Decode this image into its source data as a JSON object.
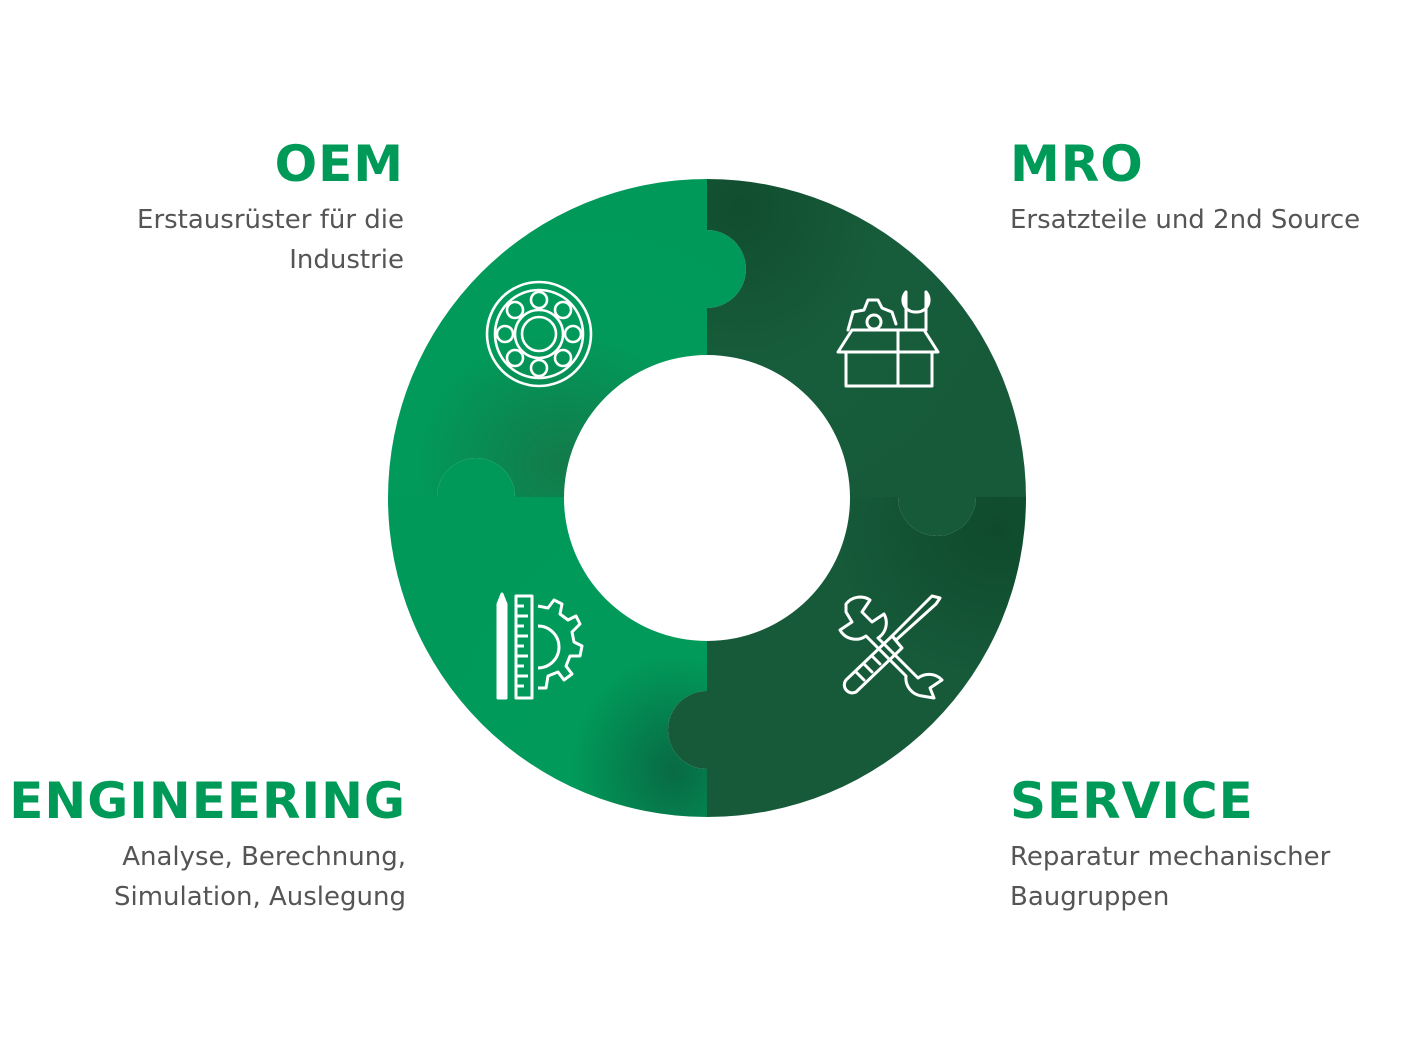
{
  "diagram": {
    "oem": {
      "title": "OEM",
      "description": "Erstausrüster für die Industrie",
      "icon": "bearing-icon"
    },
    "mro": {
      "title": "MRO",
      "description": "Ersatzteile und 2nd Source",
      "icon": "toolbox-icon"
    },
    "engineering": {
      "title": "ENGINEERING",
      "description": "Analyse, Berechnung, Simulation, Auslegung",
      "icon": "engineering-tools-icon"
    },
    "service": {
      "title": "SERVICE",
      "description": "Reparatur mechanischer Baugruppen",
      "icon": "wrench-screwdriver-icon"
    }
  },
  "colors": {
    "title_green": "#009a58",
    "light_green": "#00995a",
    "dark_green": "#16593a",
    "text_gray": "#555555"
  }
}
